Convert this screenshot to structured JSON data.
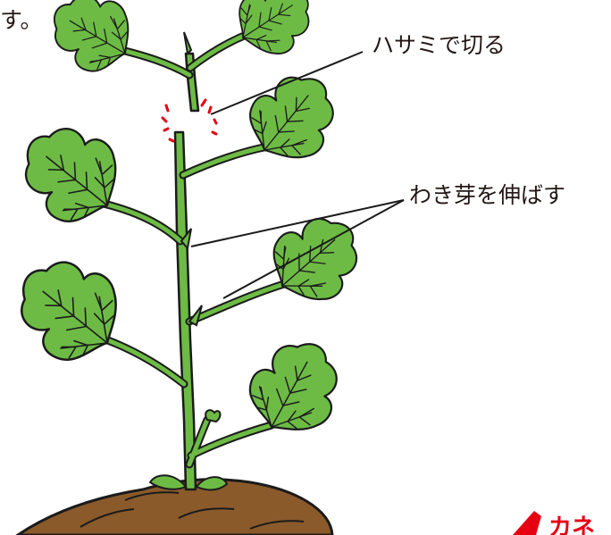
{
  "texts": {
    "top_left_fragment": "す。",
    "label_cut": "ハサミで切る",
    "label_side_shoots": "わき芽を伸ばす",
    "logo_fragment": "カネ"
  },
  "colors": {
    "leaf_fill": "#6dbb45",
    "vein": "#1b1b1b",
    "outline": "#1b1b1b",
    "soil": "#8a5a2b",
    "cut_marks": "#e60012",
    "logo_red": "#e60012"
  }
}
